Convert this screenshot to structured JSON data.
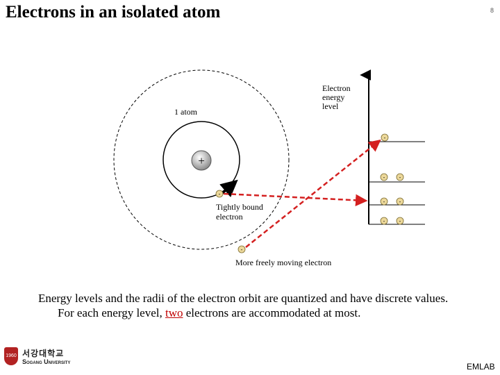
{
  "title": "Electrons in an isolated atom",
  "page_number": "8",
  "diagram": {
    "atom_label": "1 atom",
    "nucleus_symbol": "+",
    "electron_symbol": "-",
    "tight_label": [
      "Tightly bound",
      "electron"
    ],
    "free_label": "More freely moving electron",
    "energy_label": [
      "Electron",
      "energy",
      "level"
    ],
    "arrow_color": "#d42020",
    "electron_fill": "#ecd89a"
  },
  "caption": {
    "line1": "Energy levels and the radii of the electron orbit are quantized and have discrete values.",
    "line2_pre": "For each energy level, ",
    "line2_emph": "two",
    "line2_post": " electrons are accommodated at most."
  },
  "logo": {
    "korean": "서강대학교",
    "english": "Sogang University",
    "shield_text": "1960"
  },
  "footer": "EMLAB"
}
